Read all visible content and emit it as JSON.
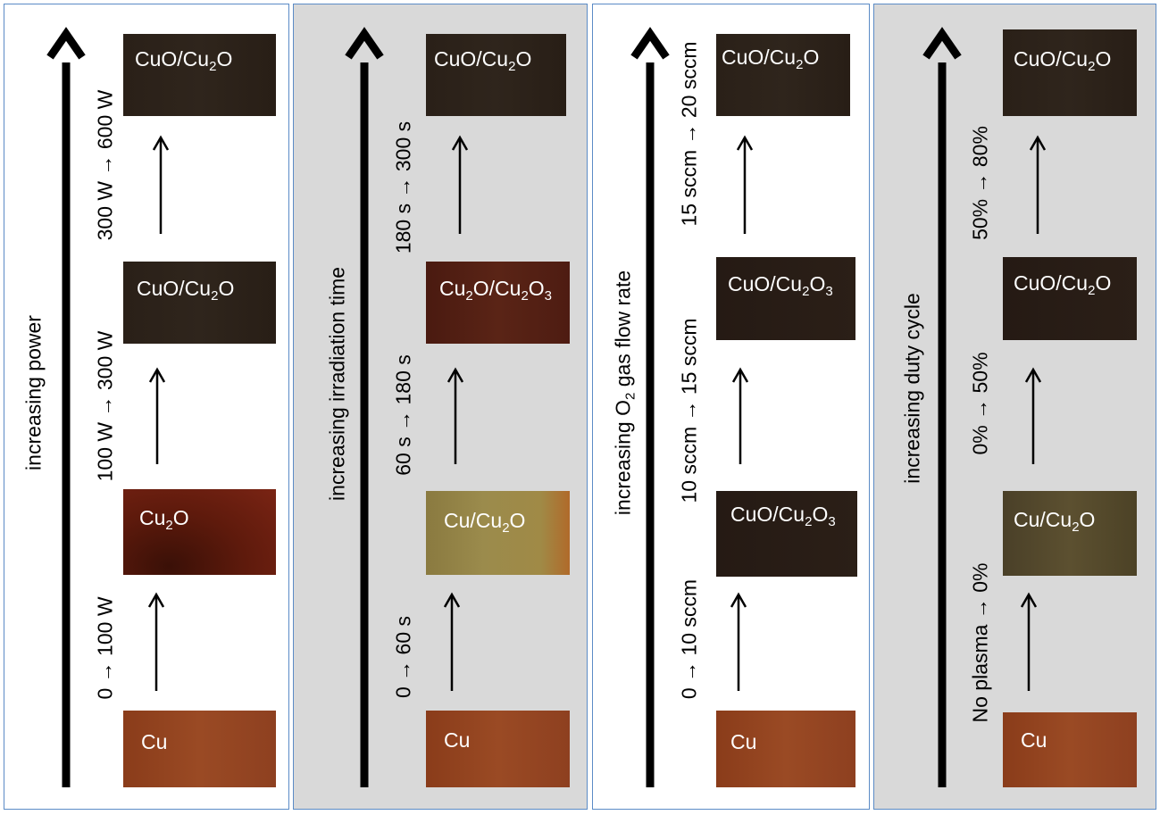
{
  "colors": {
    "arrow": "#000000",
    "panel_border": "#5b8bc6",
    "panel_gray": "#d9d9d9"
  },
  "panels": [
    {
      "axis_label": "increasing power",
      "steps": [
        "0 → 100 W",
        "100 W → 300 W",
        "300 W → 600 W"
      ],
      "samples": [
        {
          "base": "Cu",
          "parts": [
            [
              "Cu",
              ""
            ]
          ]
        },
        {
          "base": "Cu2O",
          "parts": [
            [
              "Cu",
              "2"
            ],
            [
              "O",
              ""
            ]
          ]
        },
        {
          "base": "CuO/Cu2O",
          "parts": [
            [
              "CuO/Cu",
              "2"
            ],
            [
              "O",
              ""
            ]
          ]
        },
        {
          "base": "CuO/Cu2O",
          "parts": [
            [
              "CuO/Cu",
              "2"
            ],
            [
              "O",
              ""
            ]
          ]
        }
      ]
    },
    {
      "axis_label": "increasing irradiation time",
      "steps": [
        "0 → 60 s",
        "60 s → 180 s",
        "180 s → 300 s"
      ],
      "samples": [
        {
          "base": "Cu",
          "parts": [
            [
              "Cu",
              ""
            ]
          ]
        },
        {
          "base": "Cu/Cu2O",
          "parts": [
            [
              "Cu/Cu",
              "2"
            ],
            [
              "O",
              ""
            ]
          ]
        },
        {
          "base": "Cu2O/Cu2O3",
          "parts": [
            [
              "Cu",
              "2"
            ],
            [
              "O/Cu",
              "2"
            ],
            [
              "O",
              "3"
            ]
          ]
        },
        {
          "base": "CuO/Cu2O",
          "parts": [
            [
              "CuO/Cu",
              "2"
            ],
            [
              "O",
              ""
            ]
          ]
        }
      ]
    },
    {
      "axis_label_parts": [
        [
          "increasing O",
          "2"
        ],
        [
          " gas flow rate",
          ""
        ]
      ],
      "steps": [
        "0 → 10 sccm",
        "10 sccm → 15 sccm",
        "15 sccm → 20 sccm"
      ],
      "samples": [
        {
          "base": "Cu",
          "parts": [
            [
              "Cu",
              ""
            ]
          ]
        },
        {
          "base": "CuO/Cu2O3",
          "parts": [
            [
              "CuO/Cu",
              "2"
            ],
            [
              "O",
              "3"
            ]
          ]
        },
        {
          "base": "CuO/Cu2O3",
          "parts": [
            [
              "CuO/Cu",
              "2"
            ],
            [
              "O",
              "3"
            ]
          ]
        },
        {
          "base": "CuO/Cu2O",
          "parts": [
            [
              "CuO/Cu",
              "2"
            ],
            [
              "O",
              ""
            ]
          ]
        }
      ]
    },
    {
      "axis_label": "increasing duty cycle",
      "steps": [
        "No plasma → 0%",
        "0% → 50%",
        "50% → 80%"
      ],
      "samples": [
        {
          "base": "Cu",
          "parts": [
            [
              "Cu",
              ""
            ]
          ]
        },
        {
          "base": "Cu/Cu2O",
          "parts": [
            [
              "Cu/Cu",
              "2"
            ],
            [
              "O",
              ""
            ]
          ]
        },
        {
          "base": "CuO/Cu2O",
          "parts": [
            [
              "CuO/Cu",
              "2"
            ],
            [
              "O",
              ""
            ]
          ]
        },
        {
          "base": "CuO/Cu2O",
          "parts": [
            [
              "CuO/Cu",
              "2"
            ],
            [
              "O",
              ""
            ]
          ]
        }
      ]
    }
  ]
}
